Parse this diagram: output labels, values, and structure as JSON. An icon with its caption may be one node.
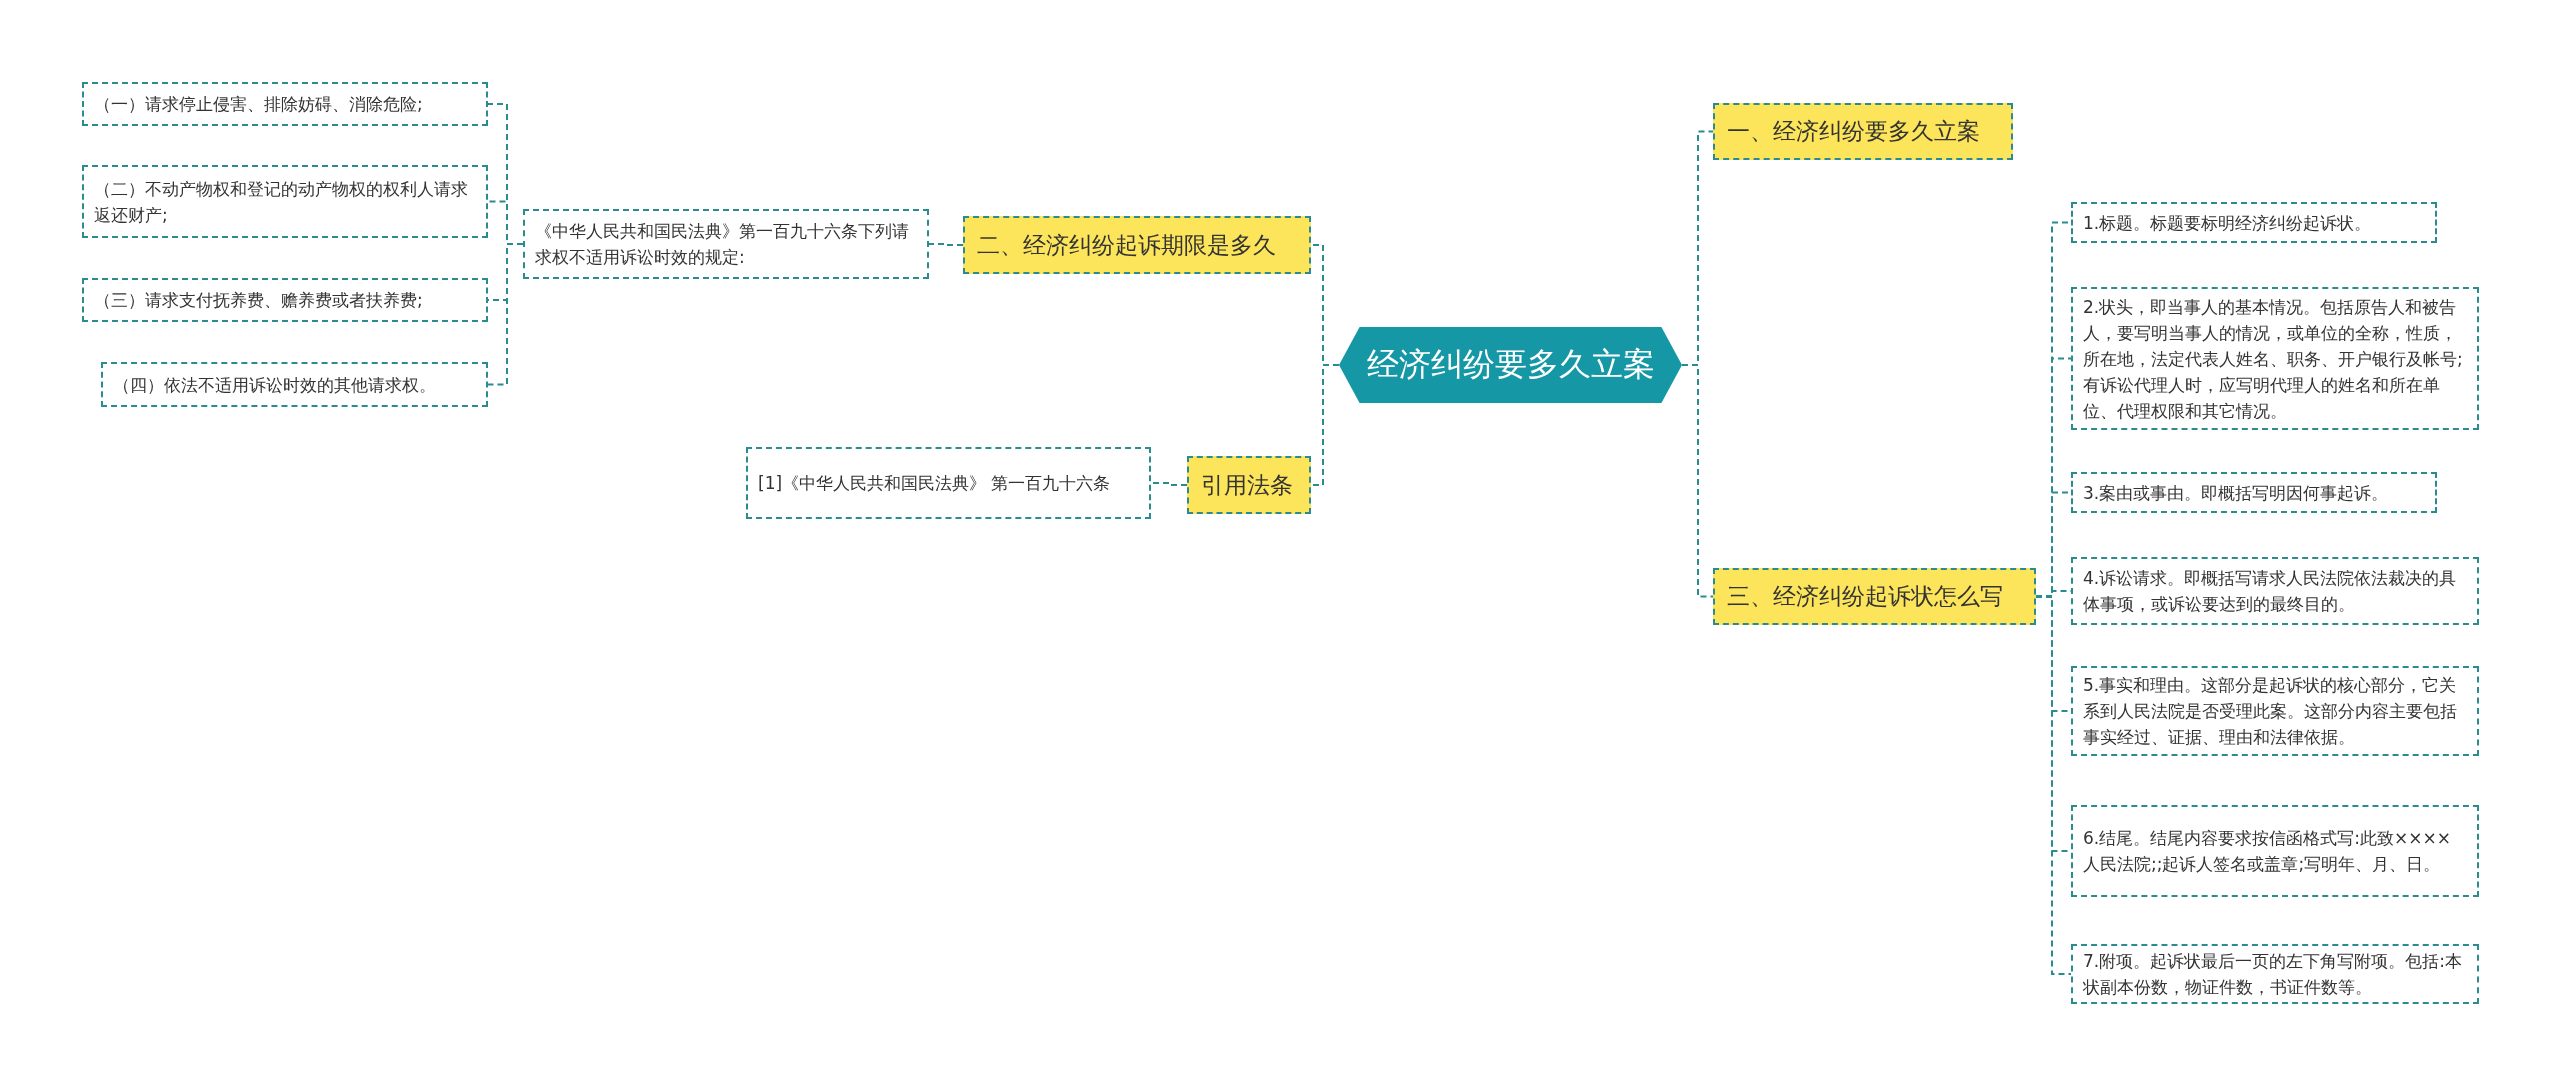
{
  "diagram": {
    "nodes": [
      {
        "text": [
          "经济纠纷要多久立案"
        ]
      },
      {
        "text": [
          "一、经济纠纷要多久立案"
        ]
      },
      {
        "text": [
          "三、经济纠纷起诉状怎么写"
        ]
      },
      {
        "text": [
          "1.标题。标题要标明经济纠纷起诉状。"
        ]
      },
      {
        "text": [
          "2.状头，即当事人的基本情况。包括原告人和被告人，要写明当事人的情况，或单位的全称，性质，所在地，法定代表人姓名、职务、开户银行及帐号;有诉讼代理人时，应写明代理人的姓名和所在单位、代理权限和其它情况。"
        ]
      },
      {
        "text": [
          "3.案由或事由。即概括写明因何事起诉。"
        ]
      },
      {
        "text": [
          "4.诉讼请求。即概括写请求人民法院依法裁决的具体事项，或诉讼要达到的最终目的。"
        ]
      },
      {
        "text": [
          "5.事实和理由。这部分是起诉状的核心部分，它关系到人民法院是否受理此案。这部分内容主要包括事实经过、证据、理由和法律依据。"
        ]
      },
      {
        "text": [
          "6.结尾。结尾内容要求按信函格式写:此致××××人民法院;;起诉人签名或盖章;写明年、月、日。"
        ]
      },
      {
        "text": [
          "7.附项。起诉状最后一页的左下角写附项。包括:本状副本份数，物证件数，书证件数等。"
        ]
      },
      {
        "text": [
          "二、经济纠纷起诉期限是多久"
        ]
      },
      {
        "text": [
          "《中华人民共和国民法典》第一百九十六条下列请求权不适用诉讼时效的规定:"
        ]
      },
      {
        "text": [
          "（一）请求停止侵害、排除妨碍、消除危险;"
        ]
      },
      {
        "text": [
          "（二）不动产物权和登记的动产物权的权利人请求返还财产;"
        ]
      },
      {
        "text": [
          "（三）请求支付抚养费、赡养费或者扶养费;"
        ]
      },
      {
        "text": [
          "（四）依法不适用诉讼时效的其他请求权。"
        ]
      },
      {
        "text": [
          "引用法条"
        ]
      },
      {
        "text": [
          "[1]《中华人民共和国民法典》 第一百九十六条"
        ]
      }
    ],
    "edges": [
      {
        "from": 0,
        "to": 1,
        "arrow": "none"
      },
      {
        "from": 0,
        "to": 2,
        "arrow": "none"
      },
      {
        "from": 2,
        "to": 3,
        "arrow": "none"
      },
      {
        "from": 2,
        "to": 4,
        "arrow": "none"
      },
      {
        "from": 2,
        "to": 5,
        "arrow": "none"
      },
      {
        "from": 2,
        "to": 6,
        "arrow": "none"
      },
      {
        "from": 2,
        "to": 7,
        "arrow": "none"
      },
      {
        "from": 2,
        "to": 8,
        "arrow": "none"
      },
      {
        "from": 2,
        "to": 9,
        "arrow": "none"
      },
      {
        "from": 0,
        "to": 10,
        "arrow": "none"
      },
      {
        "from": 10,
        "to": 11,
        "arrow": "none"
      },
      {
        "from": 11,
        "to": 12,
        "arrow": "none"
      },
      {
        "from": 11,
        "to": 13,
        "arrow": "none"
      },
      {
        "from": 11,
        "to": 14,
        "arrow": "none"
      },
      {
        "from": 11,
        "to": 15,
        "arrow": "none"
      },
      {
        "from": 0,
        "to": 16,
        "arrow": "none"
      },
      {
        "from": 16,
        "to": 17,
        "arrow": "none"
      }
    ]
  }
}
